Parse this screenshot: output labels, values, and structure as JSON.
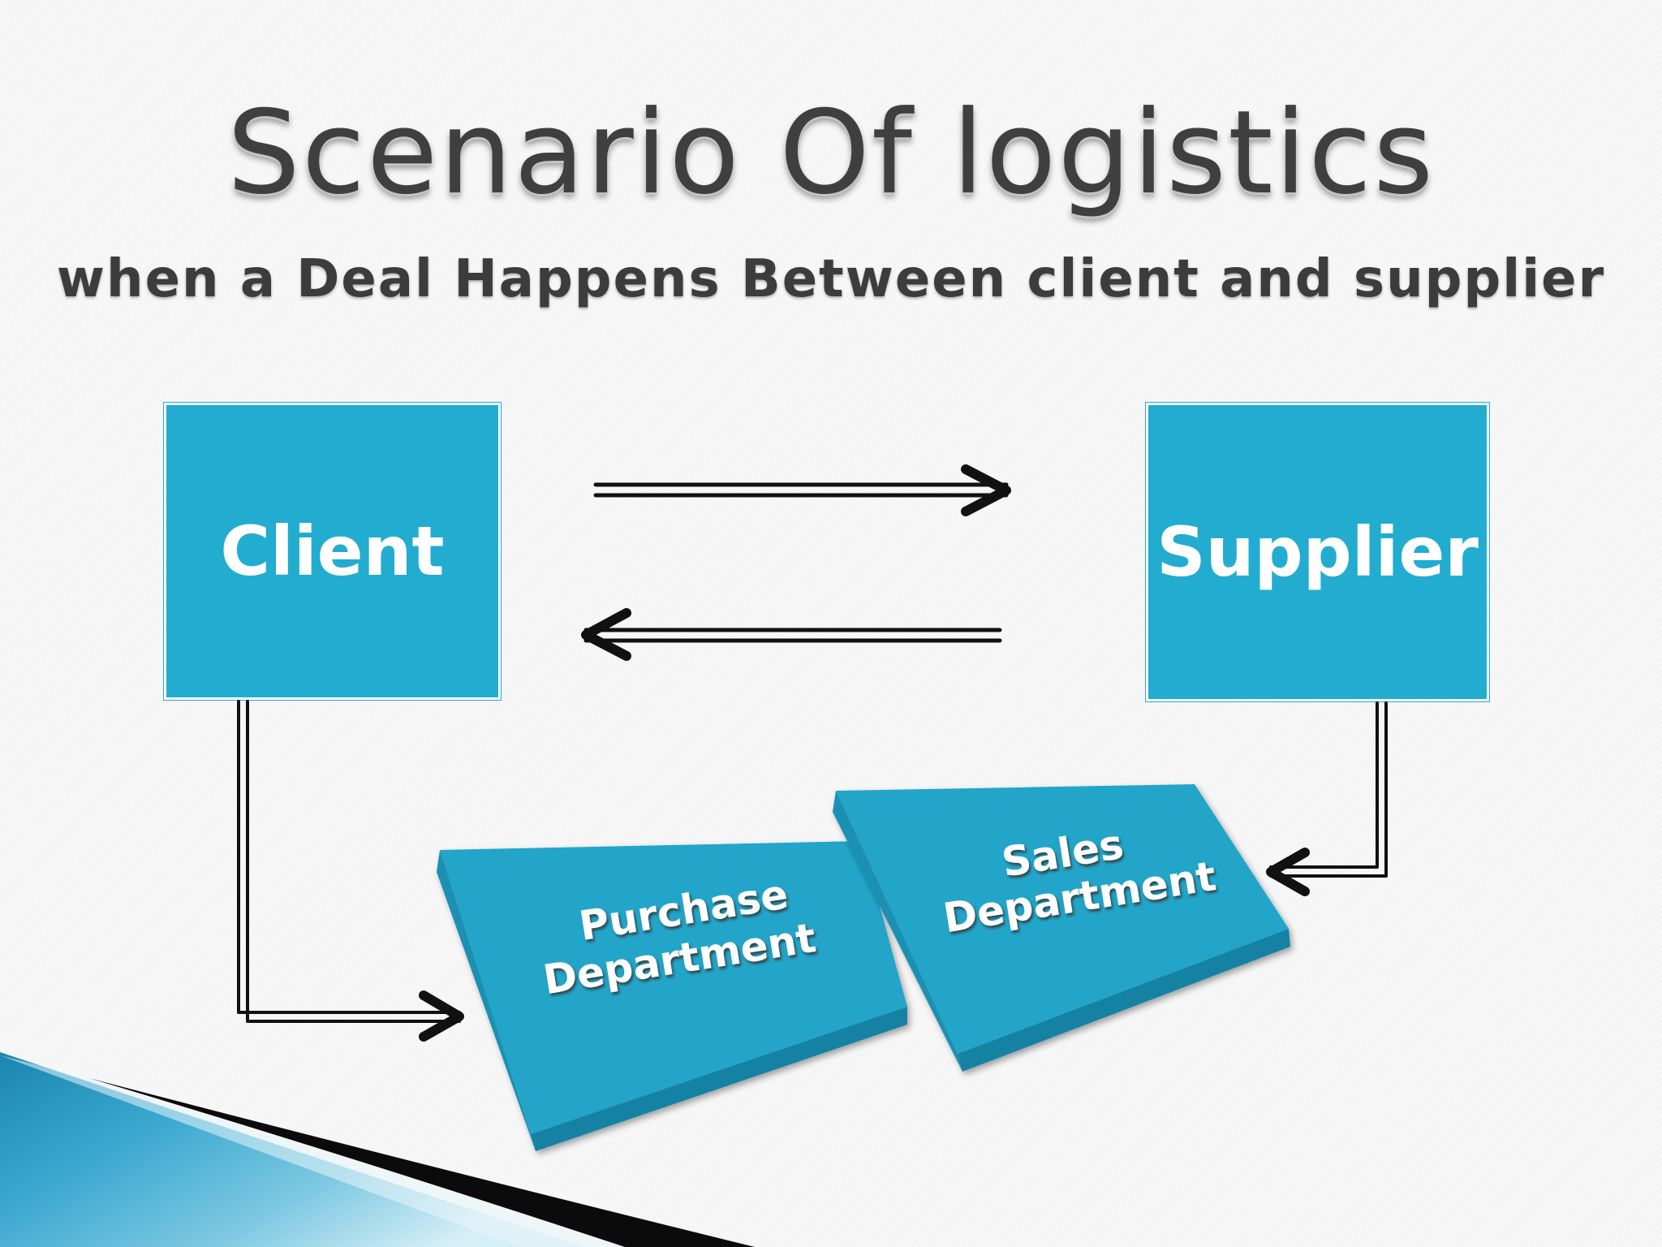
{
  "slide": {
    "title": "Scenario Of logistics",
    "subtitle": "when a Deal Happens Between client and supplier"
  },
  "diagram": {
    "nodes": {
      "client": "Client",
      "supplier": "Supplier",
      "purchase_line1": "Purchase",
      "purchase_line2": "Department",
      "sales_line1": "Sales",
      "sales_line2": "Department"
    },
    "edges": [
      {
        "from": "client",
        "to": "supplier"
      },
      {
        "from": "supplier",
        "to": "client"
      },
      {
        "from": "client",
        "to": "purchase"
      },
      {
        "from": "supplier",
        "to": "sales"
      }
    ]
  },
  "colors": {
    "box_fill": "#22acd0",
    "block_side": "#1482a3",
    "text_on_box": "#ffffff",
    "title_text": "#3f3f3f"
  }
}
